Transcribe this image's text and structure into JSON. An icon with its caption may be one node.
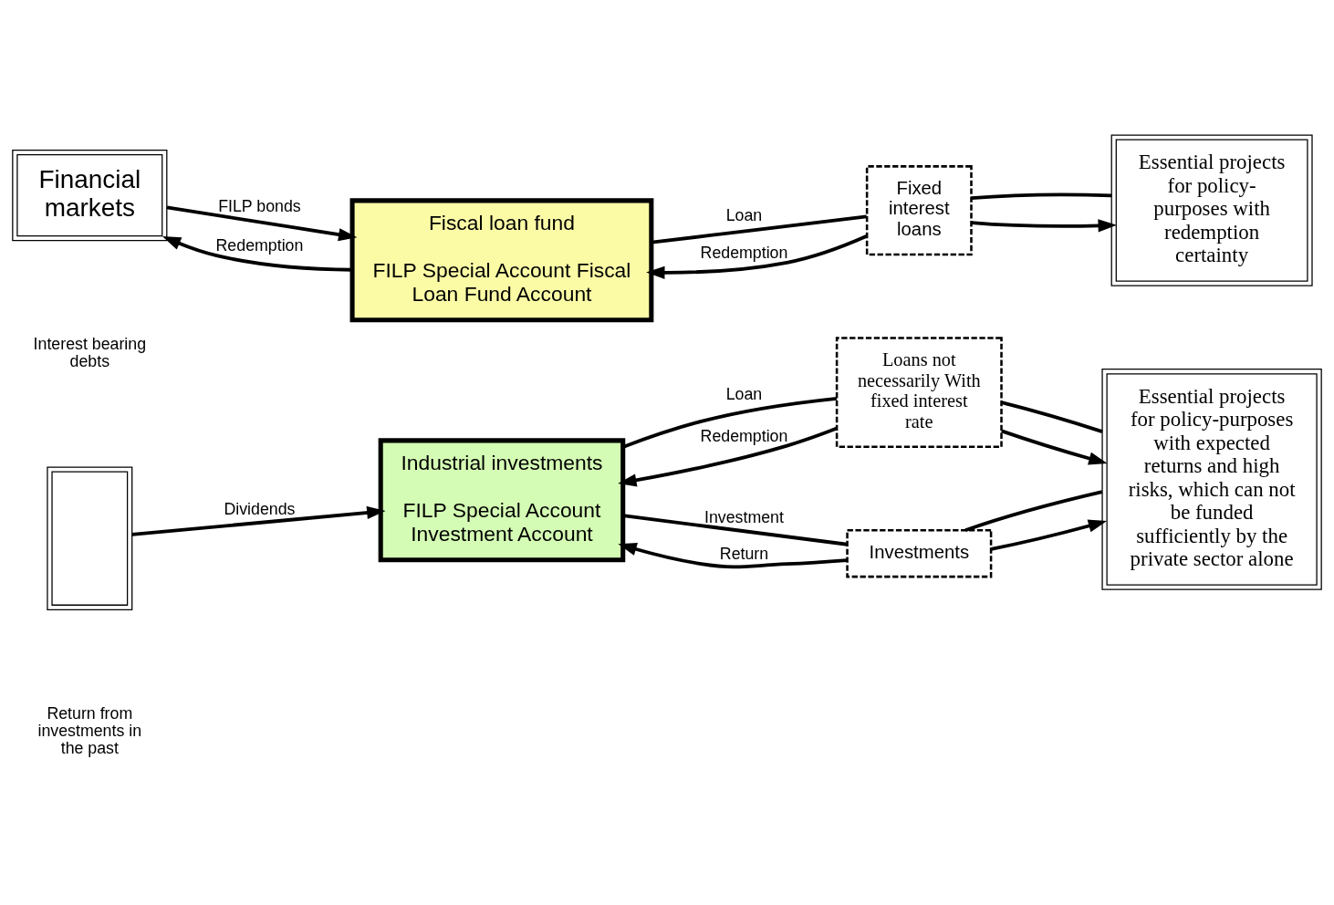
{
  "diagram": {
    "nodes": [
      {
        "text": [
          "Financial markets"
        ]
      },
      {
        "text": [
          "Fiscal loan fund",
          "FILP Special Account Fiscal Loan Fund Account"
        ]
      },
      {
        "text": [
          "Fixed interest loans"
        ]
      },
      {
        "text": [
          "Essential projects for policy-purposes with redemption certainty"
        ]
      },
      {
        "text": [],
        "shape": "box"
      },
      {
        "text": [
          "Industrial investments",
          "FILP Special Account Investment Account"
        ]
      },
      {
        "text": [
          "Loans not necessarily With fixed interest rate"
        ]
      },
      {
        "text": [
          "Investments"
        ]
      },
      {
        "text": [
          "Essential projects for policy-purposes with expected returns and high risks, which can not be funded sufficiently by the private sector alone"
        ]
      }
    ],
    "edges": [
      {
        "from": 0,
        "to": 1,
        "arrow": "to",
        "label": "FILP bonds"
      },
      {
        "from": 1,
        "to": 0,
        "arrow": "to",
        "label": "Redemption"
      },
      {
        "from": 1,
        "to": 2,
        "arrow": "none",
        "label": "Loan"
      },
      {
        "from": 2,
        "to": 3,
        "arrow": "to"
      },
      {
        "from": 3,
        "to": 2,
        "arrow": "none"
      },
      {
        "from": 2,
        "to": 1,
        "arrow": "to",
        "label": "Redemption"
      },
      {
        "from": 4,
        "to": 5,
        "arrow": "to",
        "label": "Dividends"
      },
      {
        "from": 5,
        "to": 6,
        "arrow": "none",
        "label": "Loan"
      },
      {
        "from": 6,
        "to": 8,
        "arrow": "to"
      },
      {
        "from": 8,
        "to": 6,
        "arrow": "none"
      },
      {
        "from": 6,
        "to": 5,
        "arrow": "to",
        "label": "Redemption"
      },
      {
        "from": 5,
        "to": 7,
        "arrow": "none",
        "label": "Investment"
      },
      {
        "from": 7,
        "to": 8,
        "arrow": "to"
      },
      {
        "from": 8,
        "to": 7,
        "arrow": "none"
      },
      {
        "from": 7,
        "to": 5,
        "arrow": "to",
        "label": "Return"
      }
    ],
    "labels": [
      "Interest bearing debts",
      "Return from investments in the past"
    ]
  }
}
